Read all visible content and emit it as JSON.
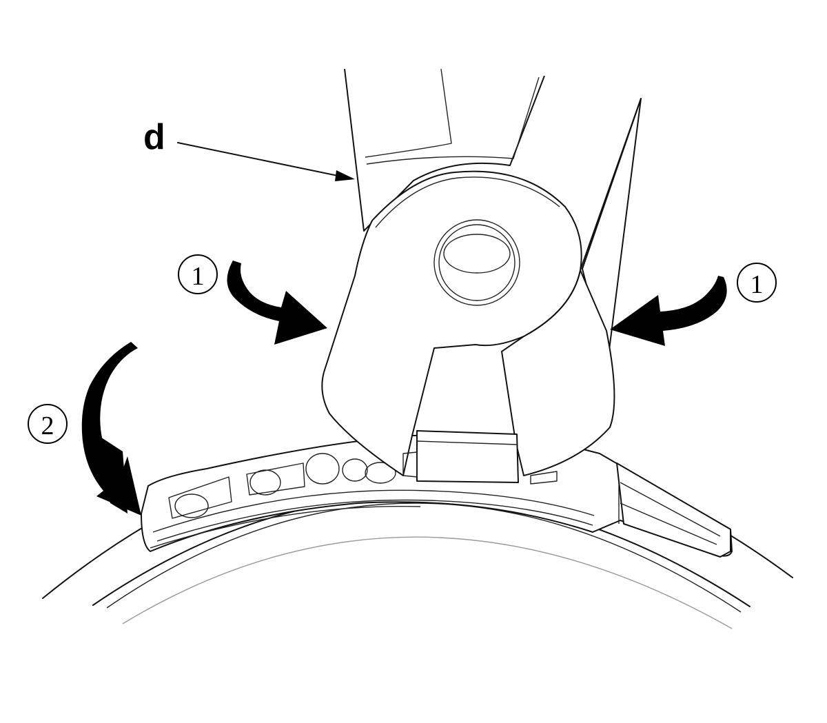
{
  "labels": {
    "part_d": "d",
    "step_1_left": "1",
    "step_1_right": "1",
    "step_2": "2"
  },
  "parts": {
    "tool": "crimping-pliers",
    "clamp": "hose-clamp",
    "hose": "hose"
  },
  "colors": {
    "ink": "#000000",
    "background": "#ffffff"
  }
}
